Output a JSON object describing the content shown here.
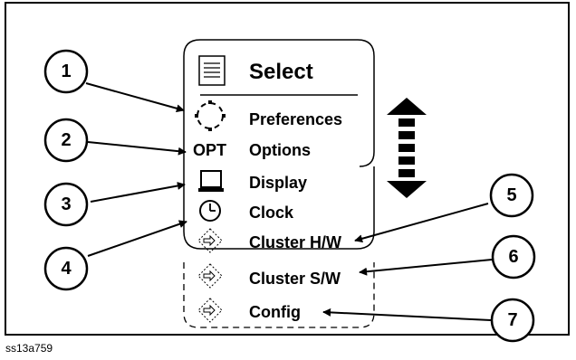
{
  "menu": {
    "title": "Select",
    "items": [
      {
        "label": "Preferences",
        "icon": "gear-icon"
      },
      {
        "label": "Options",
        "icon_text": "OPT"
      },
      {
        "label": "Display",
        "icon": "monitor-icon"
      },
      {
        "label": "Clock",
        "icon": "clock-icon"
      },
      {
        "label": "Cluster H/W",
        "icon": "diamond-arrow-icon"
      },
      {
        "label": "Cluster S/W",
        "icon": "diamond-arrow-icon"
      },
      {
        "label": "Config",
        "icon": "diamond-arrow-icon"
      }
    ]
  },
  "callouts": [
    "1",
    "2",
    "3",
    "4",
    "5",
    "6",
    "7"
  ],
  "caption": "ss13a759"
}
